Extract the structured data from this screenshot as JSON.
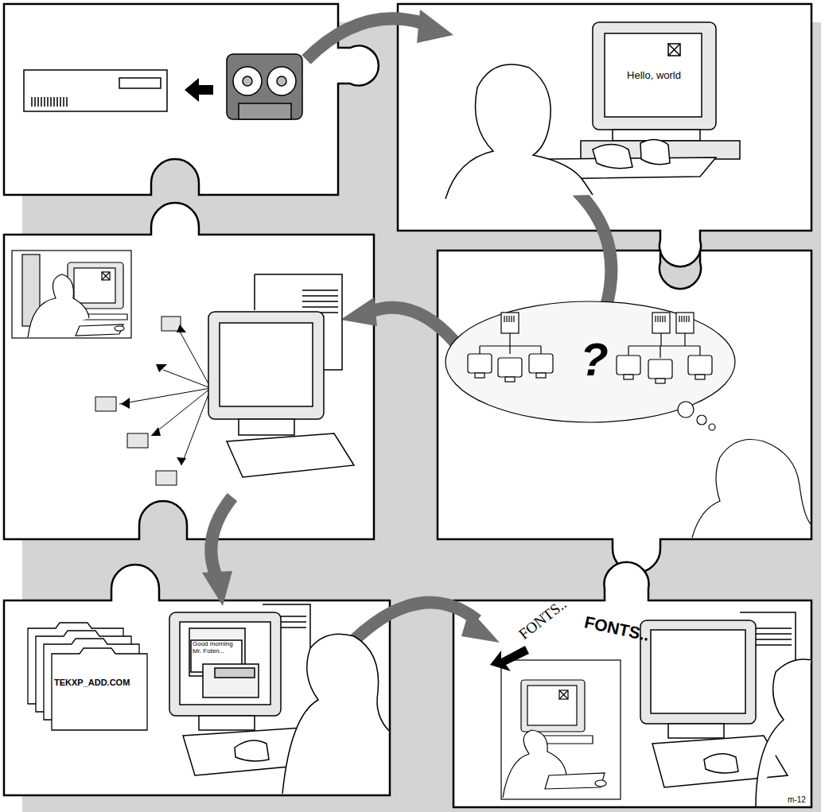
{
  "diagram": {
    "labels": [
      "Hello, world",
      "?",
      "Good morning Mr. Fobin...",
      "TEKXP_ADD.COM",
      "FONTS..",
      "FONTS..",
      "m-12"
    ]
  }
}
